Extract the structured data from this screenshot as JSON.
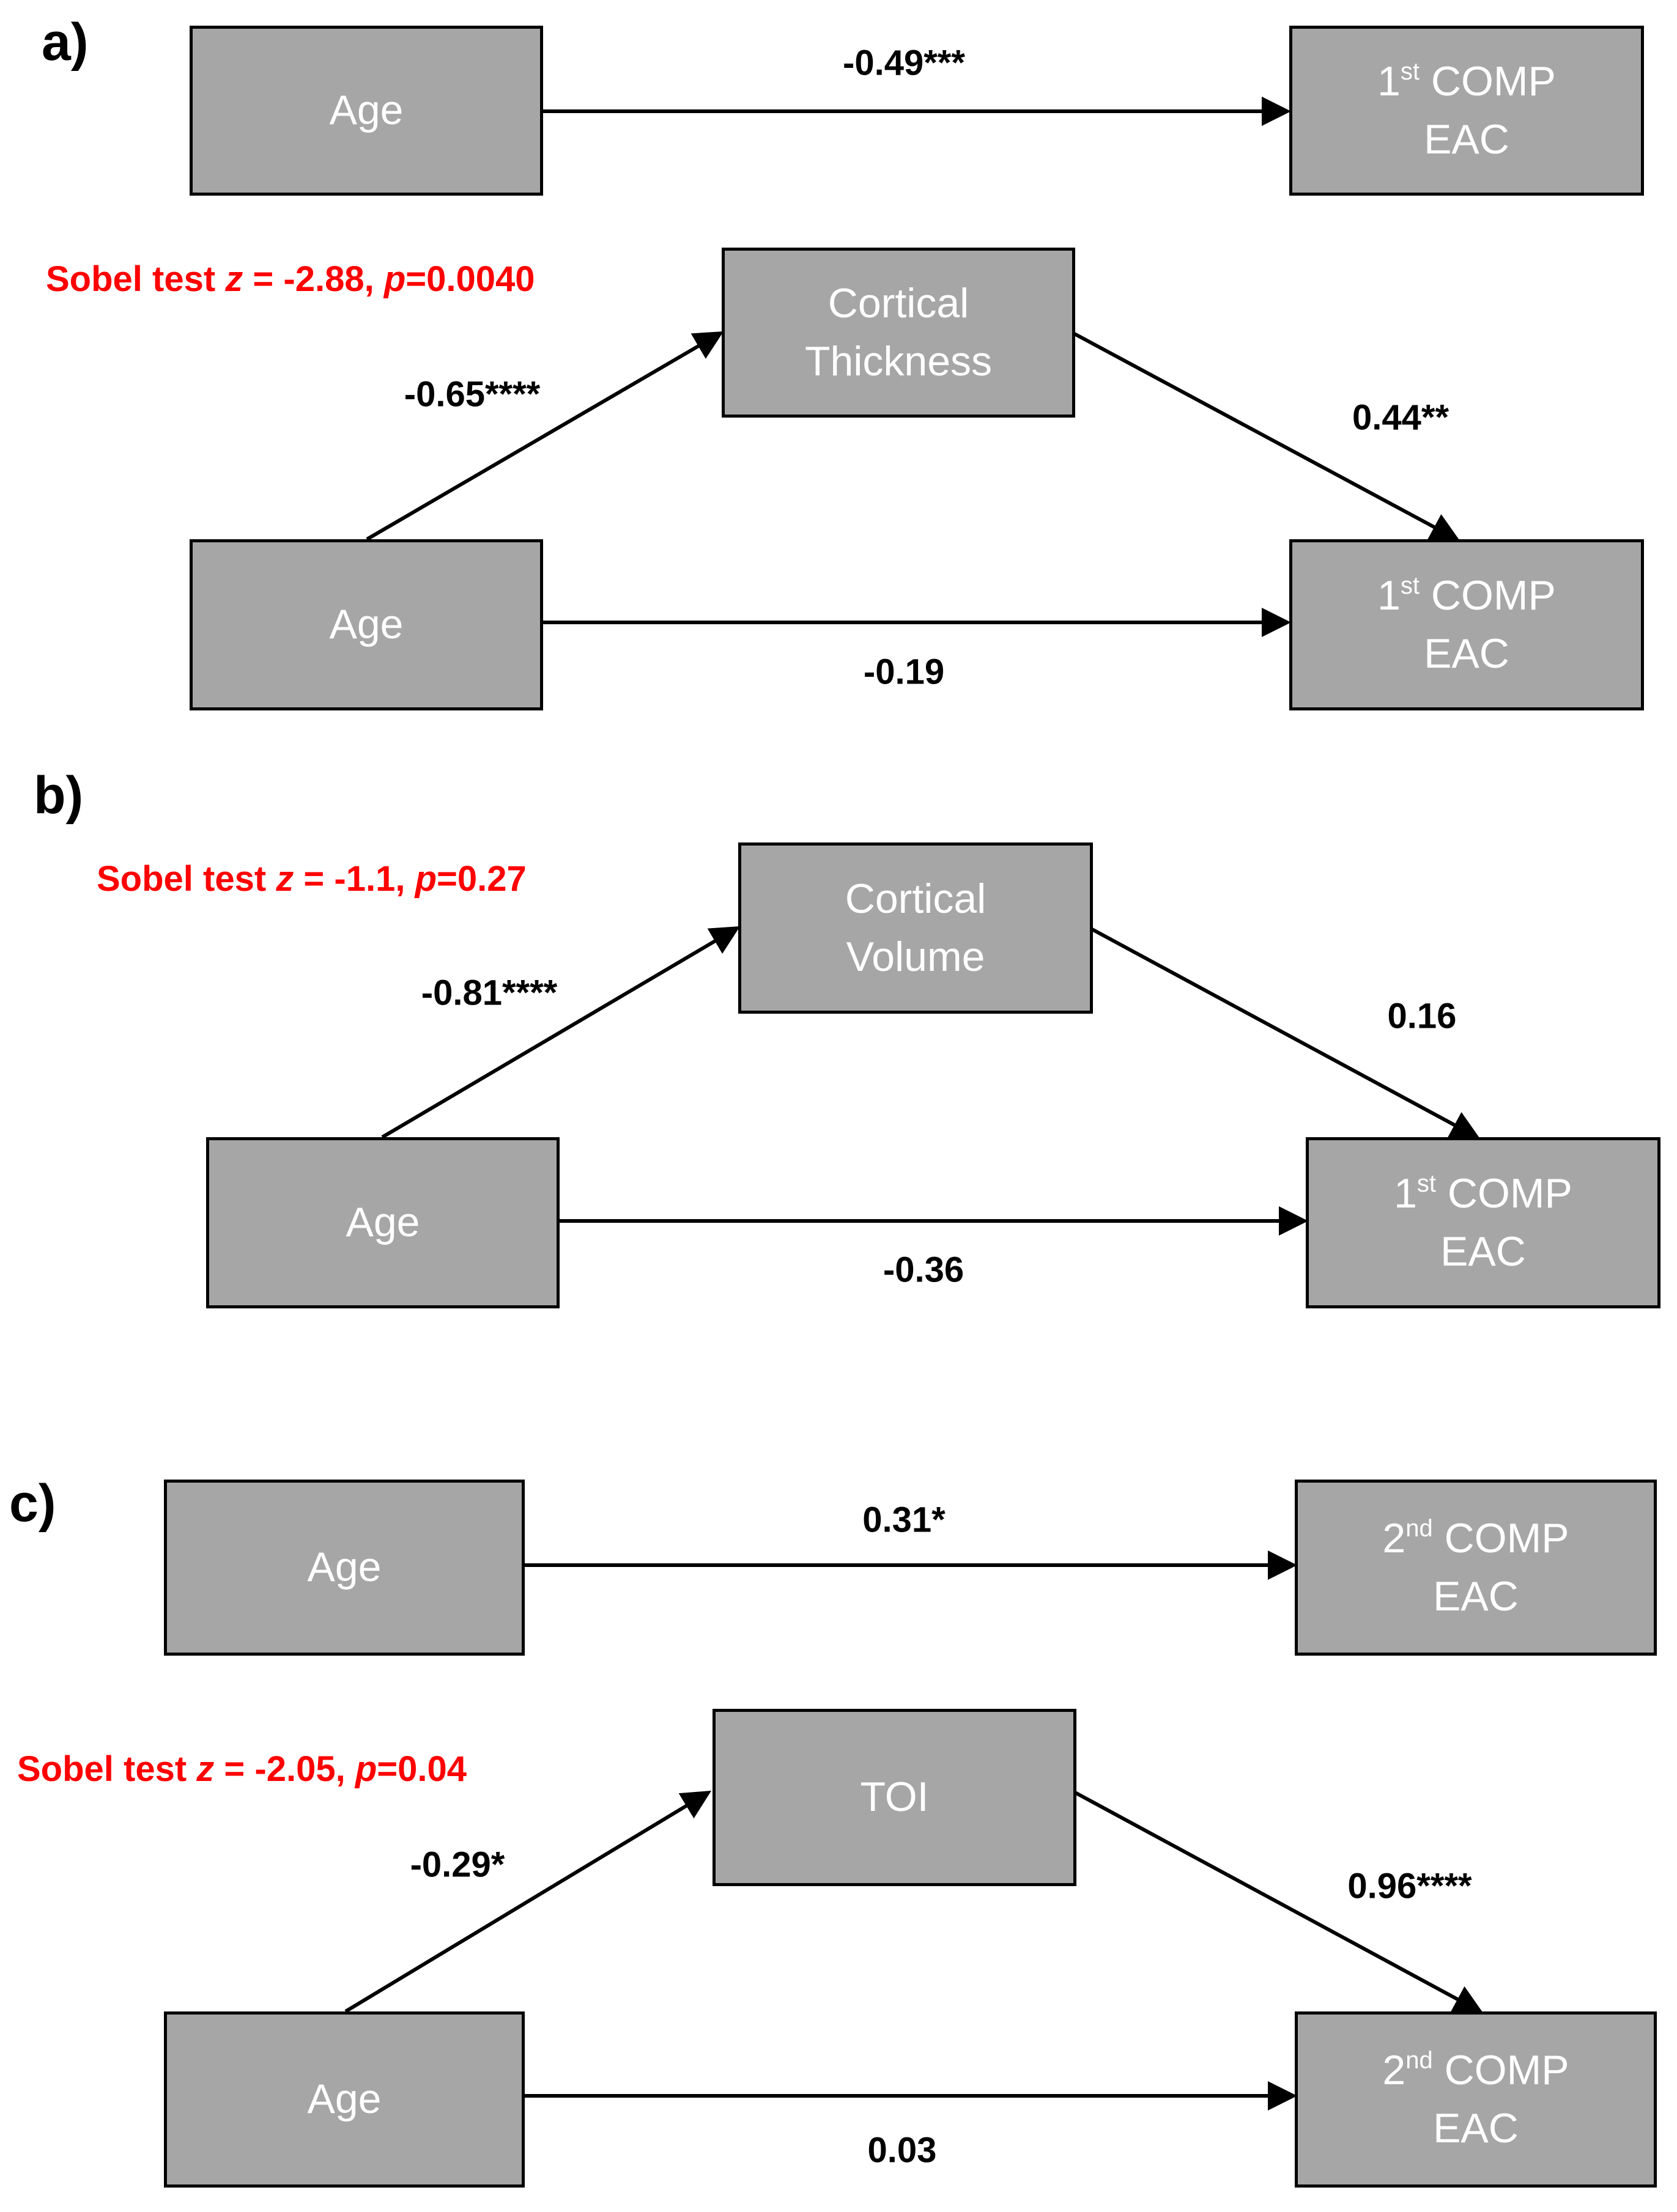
{
  "panels": {
    "a": {
      "label": "a)",
      "direct": {
        "from": "Age",
        "to_sup_base": "1",
        "to_sup": "st",
        "to_rest": " COMP",
        "to_line2": "EAC",
        "coef": "-0.49***"
      },
      "mediation": {
        "sobel_prefix": "Sobel test ",
        "sobel_z": "z",
        "sobel_mid": " = -2.88, ",
        "sobel_p": "p",
        "sobel_tail": "=0.0040",
        "mediator_line1": "Cortical",
        "mediator_line2": "Thickness",
        "from": "Age",
        "to_sup_base": "1",
        "to_sup": "st",
        "to_rest": " COMP",
        "to_line2": "EAC",
        "coef_a": "-0.65****",
        "coef_b": "0.44**",
        "coef_c": "-0.19"
      }
    },
    "b": {
      "label": "b)",
      "mediation": {
        "sobel_prefix": "Sobel test ",
        "sobel_z": "z",
        "sobel_mid": " = -1.1, ",
        "sobel_p": "p",
        "sobel_tail": "=0.27",
        "mediator_line1": "Cortical",
        "mediator_line2": "Volume",
        "from": "Age",
        "to_sup_base": "1",
        "to_sup": "st",
        "to_rest": " COMP",
        "to_line2": "EAC",
        "coef_a": "-0.81****",
        "coef_b": "0.16",
        "coef_c": "-0.36"
      }
    },
    "c": {
      "label": "c)",
      "direct": {
        "from": "Age",
        "to_sup_base": "2",
        "to_sup": "nd",
        "to_rest": " COMP",
        "to_line2": "EAC",
        "coef": "0.31*"
      },
      "mediation": {
        "sobel_prefix": "Sobel test ",
        "sobel_z": "z",
        "sobel_mid": " = -2.05, ",
        "sobel_p": "p",
        "sobel_tail": "=0.04",
        "mediator_line1": "TOI",
        "from": "Age",
        "to_sup_base": "2",
        "to_sup": "nd",
        "to_rest": " COMP",
        "to_line2": "EAC",
        "coef_a": "-0.29*",
        "coef_b": "0.96****",
        "coef_c": "0.03"
      }
    }
  },
  "colors": {
    "box_fill": "#a6a6a6",
    "box_text": "#ffffff",
    "sobel_text": "#ff0000",
    "line": "#000000"
  }
}
